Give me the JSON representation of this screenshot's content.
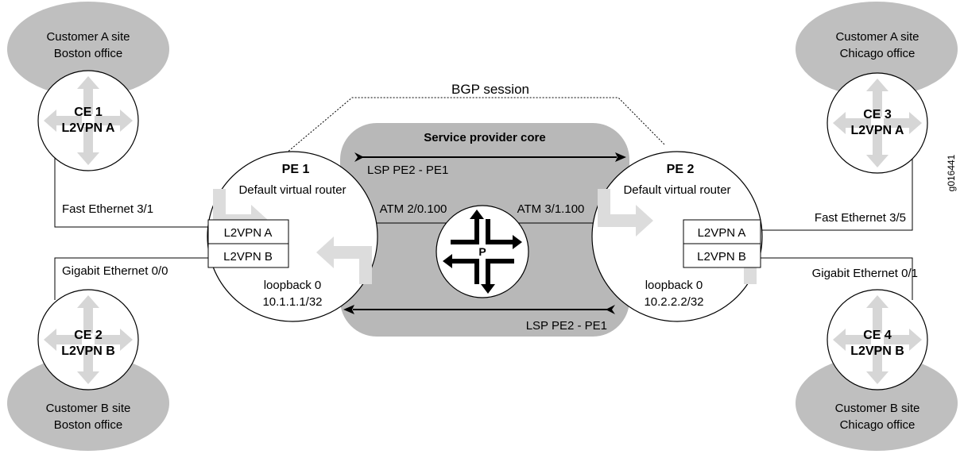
{
  "colors": {
    "ellipse": "#bfbfbf",
    "core": "#b8b8b8",
    "arrow": "#d6d6d6",
    "line": "#000000"
  },
  "sites": {
    "a_boston": {
      "line1": "Customer A site",
      "line2": "Boston office"
    },
    "a_chicago": {
      "line1": "Customer A site",
      "line2": "Chicago office"
    },
    "b_boston": {
      "line1": "Customer B site",
      "line2": "Boston office"
    },
    "b_chicago": {
      "line1": "Customer B site",
      "line2": "Chicago office"
    }
  },
  "ce1": {
    "name": "CE 1",
    "vpn": "L2VPN A"
  },
  "ce2": {
    "name": "CE 2",
    "vpn": "L2VPN B"
  },
  "ce3": {
    "name": "CE 3",
    "vpn": "L2VPN A"
  },
  "ce4": {
    "name": "CE 4",
    "vpn": "L2VPN B"
  },
  "pe1": {
    "name": "PE 1",
    "vr": "Default virtual router",
    "vpn_a": "L2VPN A",
    "vpn_b": "L2VPN B",
    "loopback": "loopback 0",
    "address": "10.1.1.1/32"
  },
  "pe2": {
    "name": "PE 2",
    "vr": "Default virtual router",
    "vpn_a": "L2VPN A",
    "vpn_b": "L2VPN B",
    "loopback": "loopback 0",
    "address": "10.2.2.2/32"
  },
  "p": {
    "name": "P"
  },
  "core": {
    "title": "Service provider core"
  },
  "bgp": {
    "label": "BGP session"
  },
  "lsp": {
    "top": "LSP PE2 - PE1",
    "bottom": "LSP PE2 - PE1"
  },
  "links": {
    "fe31": "Fast Ethernet 3/1",
    "ge00": "Gigabit Ethernet 0/0",
    "fe35": "Fast Ethernet 3/5",
    "ge01": "Gigabit Ethernet 0/1",
    "atm1": "ATM 2/0.100",
    "atm2": "ATM 3/1.100"
  },
  "figure_id": "g016441"
}
